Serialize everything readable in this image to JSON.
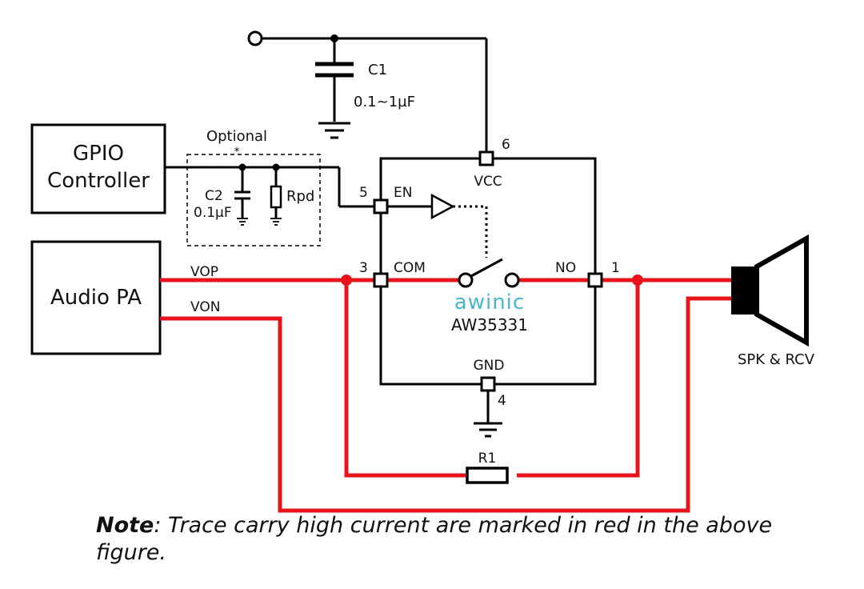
{
  "colors": {
    "wire": "#000000",
    "high_current": "#e8141b",
    "brand": "#48b8c8"
  },
  "blocks": {
    "gpio_line1": "GPIO",
    "gpio_line2": "Controller",
    "audio_pa": "Audio PA"
  },
  "optional": {
    "label": "Optional",
    "asterisk": "*"
  },
  "components": {
    "c1_name": "C1",
    "c1_value": "0.1~1µF",
    "c2_name": "C2",
    "c2_value": "0.1µF",
    "rpd": "Rpd",
    "r1": "R1",
    "speaker": "SPK & RCV"
  },
  "signals": {
    "vop": "VOP",
    "von": "VON"
  },
  "chip": {
    "brand": "awinic",
    "part": "AW35331",
    "pins": {
      "vcc_name": "VCC",
      "vcc_num": "6",
      "en_name": "EN",
      "en_num": "5",
      "com_name": "COM",
      "com_num": "3",
      "no_name": "NO",
      "no_num": "1",
      "gnd_name": "GND",
      "gnd_num": "4"
    }
  },
  "note": {
    "bold": "Note",
    "text": ": Trace carry high current are marked in red in the above figure."
  }
}
